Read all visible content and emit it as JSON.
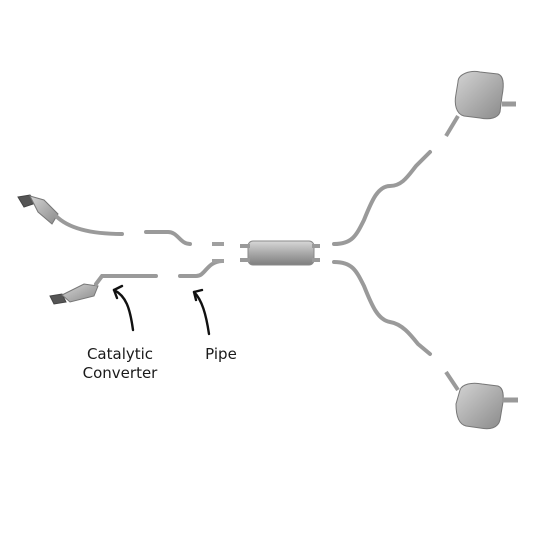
{
  "labels": {
    "catalytic_line1": "Catalytic",
    "catalytic_line2": "Converter",
    "pipe": "Pipe"
  },
  "colors": {
    "part_light": "#c9c9c9",
    "part_mid": "#a8a8a8",
    "part_dark": "#7c7c7c",
    "arrow": "#111111",
    "background": "#ffffff"
  }
}
